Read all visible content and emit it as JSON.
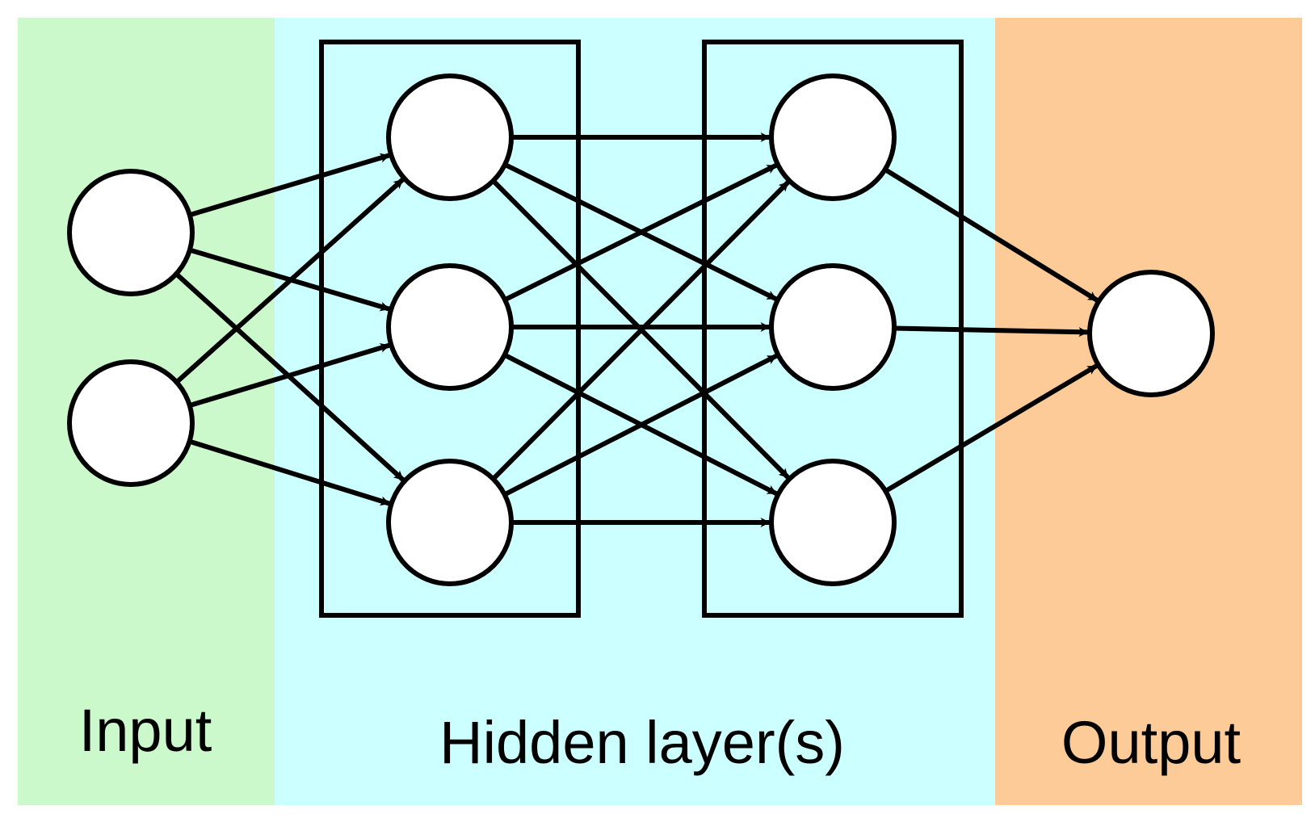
{
  "regions": {
    "input": {
      "label": "Input",
      "color": "#ccf9cc"
    },
    "hidden": {
      "label": "Hidden layer(s)",
      "color": "#ccffff"
    },
    "output": {
      "label": "Output",
      "color": "#fccb98"
    }
  },
  "colors": {
    "node_fill": "#ffffff",
    "stroke": "#000000"
  },
  "layers": [
    {
      "id": "input",
      "node_count": 2
    },
    {
      "id": "hidden1",
      "node_count": 3
    },
    {
      "id": "hidden2",
      "node_count": 3
    },
    {
      "id": "output",
      "node_count": 1
    }
  ],
  "connections": "fully-connected between consecutive layers, directed left to right"
}
